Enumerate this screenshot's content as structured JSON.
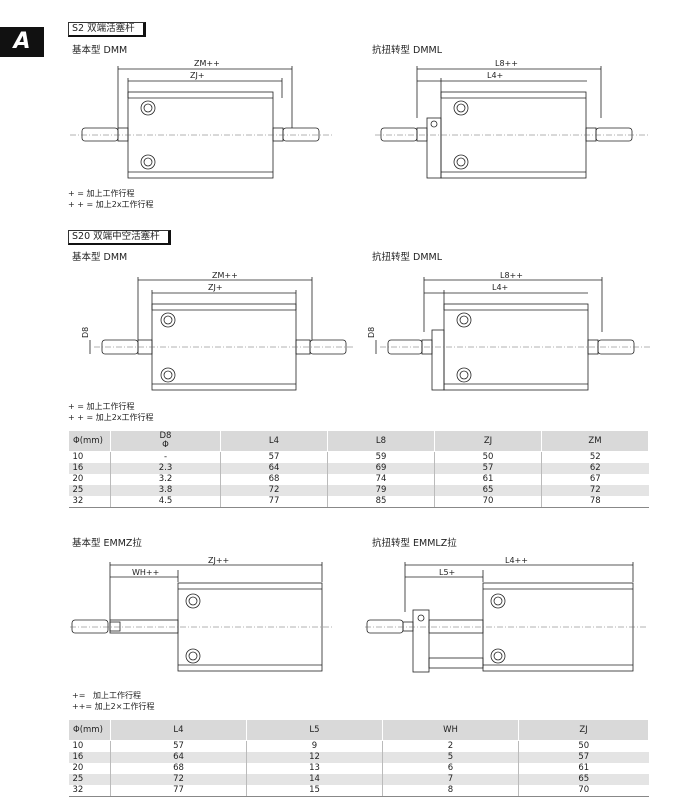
{
  "page_tab": "A",
  "section1": {
    "title": "S2 双端活塞杆",
    "left_label": "基本型 DMM",
    "right_label": "抗扭转型 DMML",
    "left_dims": {
      "outer": "ZM++",
      "inner": "ZJ+"
    },
    "right_dims": {
      "outer": "L8++",
      "inner": "L4+"
    },
    "notes": "+ = 加上工作行程\n+ + = 加上2x工作行程"
  },
  "section2": {
    "title": "S20 双端中空活塞杆",
    "left_label": "基本型 DMM",
    "right_label": "抗扭转型 DMML",
    "left_dims": {
      "outer": "ZM++",
      "inner": "ZJ+",
      "side": "D8"
    },
    "right_dims": {
      "outer": "L8++",
      "inner": "L4+",
      "side": "D8"
    },
    "notes": "+ = 加上工作行程\n+ + = 加上2x工作行程"
  },
  "table1": {
    "headers": [
      "Φ(mm)",
      "D8",
      "L4",
      "L8",
      "ZJ",
      "ZM"
    ],
    "header_sub": "Φ",
    "rows": [
      [
        "10",
        "-",
        "57",
        "59",
        "50",
        "52"
      ],
      [
        "16",
        "2.3",
        "64",
        "69",
        "57",
        "62"
      ],
      [
        "20",
        "3.2",
        "68",
        "74",
        "61",
        "67"
      ],
      [
        "25",
        "3.8",
        "72",
        "79",
        "65",
        "72"
      ],
      [
        "32",
        "4.5",
        "77",
        "85",
        "70",
        "78"
      ]
    ]
  },
  "section3": {
    "left_label": "基本型 EMMZ拉",
    "right_label": "抗扭转型 EMMLZ拉",
    "left_dims": {
      "outer": "ZJ++",
      "inner": "WH++"
    },
    "right_dims": {
      "outer": "L4++",
      "inner": "L5+"
    },
    "notes": "+=   加上工作行程\n++= 加上2×工作行程"
  },
  "table2": {
    "headers": [
      "Φ(mm)",
      "L4",
      "L5",
      "WH",
      "ZJ"
    ],
    "rows": [
      [
        "10",
        "57",
        "9",
        "2",
        "50"
      ],
      [
        "16",
        "64",
        "12",
        "5",
        "57"
      ],
      [
        "20",
        "68",
        "13",
        "6",
        "61"
      ],
      [
        "25",
        "72",
        "14",
        "7",
        "65"
      ],
      [
        "32",
        "77",
        "15",
        "8",
        "70"
      ]
    ]
  }
}
